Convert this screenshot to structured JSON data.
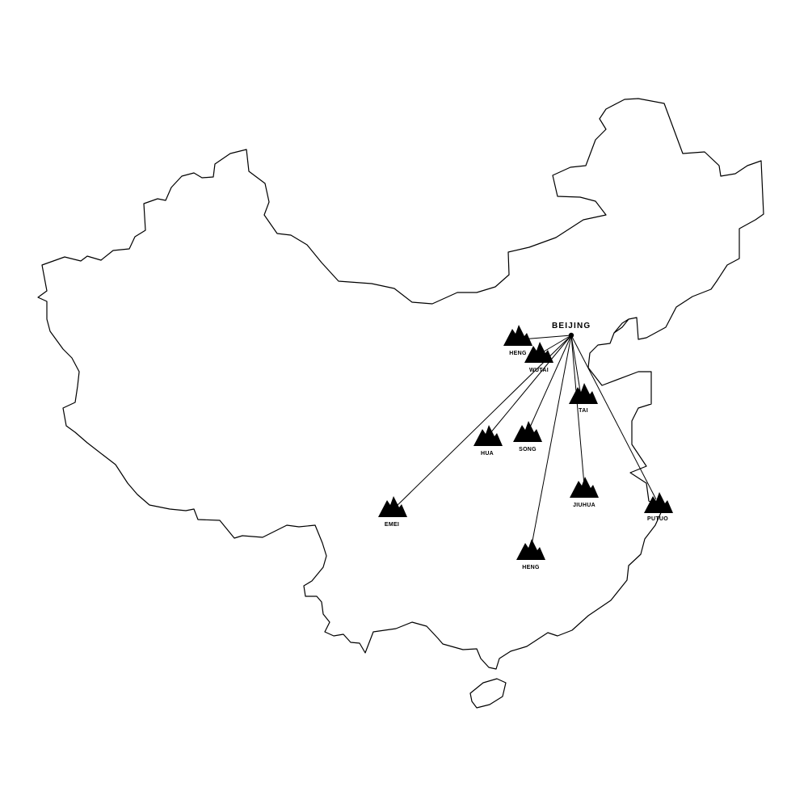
{
  "map": {
    "capital": {
      "label": "BEIJING"
    },
    "mountains": [
      {
        "id": "heng-north",
        "label": "HENG"
      },
      {
        "id": "wutai",
        "label": "WUTAI"
      },
      {
        "id": "tai",
        "label": "TAI"
      },
      {
        "id": "song",
        "label": "SONG"
      },
      {
        "id": "hua",
        "label": "HUA"
      },
      {
        "id": "jiuhua",
        "label": "JIUHUA"
      },
      {
        "id": "putuo",
        "label": "PUTUO"
      },
      {
        "id": "emei",
        "label": "EMEI"
      },
      {
        "id": "heng-south",
        "label": "HENG"
      }
    ]
  },
  "colors": {
    "ink": "#000000",
    "paper": "#ffffff"
  }
}
